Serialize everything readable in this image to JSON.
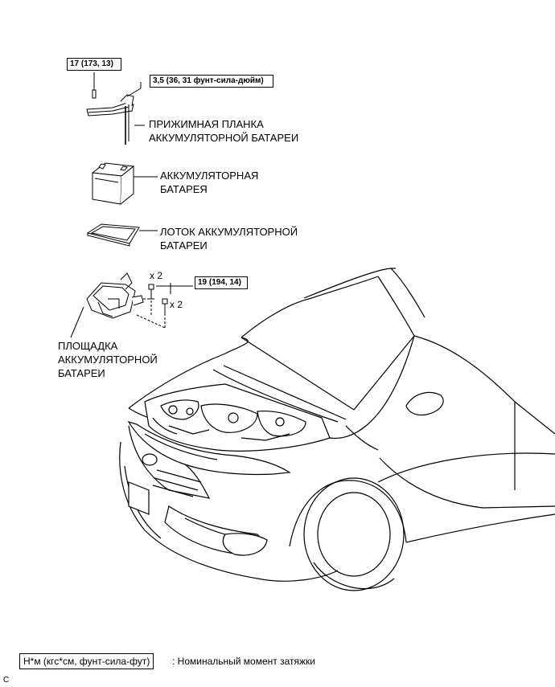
{
  "torque": {
    "hold_down_nut": "17 (173, 13)",
    "hold_down_bolt": "3,5 (36, 31 фунт-сила-дюйм)",
    "bracket_bolts": "19 (194, 14)"
  },
  "labels": {
    "clamp_line1": "ПРИЖИМНАЯ ПЛАНКА",
    "clamp_line2": "АККУМУЛЯТОРНОЙ БАТАРЕИ",
    "battery_line1": "АККУМУЛЯТОРНАЯ",
    "battery_line2": "БАТАРЕЯ",
    "tray_line1": "ЛОТОК АККУМУЛЯТОРНОЙ",
    "tray_line2": "БАТАРЕИ",
    "bracket_line1": "ПЛОЩАДКА",
    "bracket_line2": "АККУМУЛЯТОРНОЙ",
    "bracket_line3": "БАТАРЕИ"
  },
  "quantities": {
    "upper_bolts": "x 2",
    "lower_bolts": "x 2"
  },
  "legend": {
    "unit": "Н*м (кгс*см, фунт-сила-фут)",
    "description": ": Номинальный момент затяжки"
  },
  "corner_mark": "C"
}
